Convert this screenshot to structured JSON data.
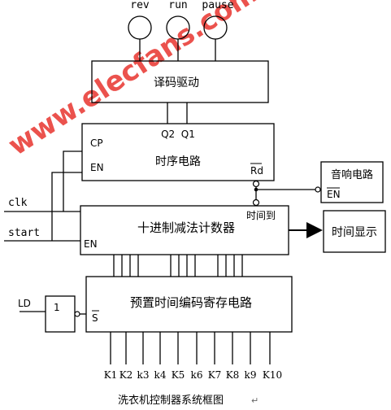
{
  "diagram": {
    "caption": "洗衣机控制器系统框图",
    "caption_mark": "↵",
    "watermark": "www.elecfans.com",
    "indicators": [
      "rev",
      "run",
      "pause"
    ],
    "blocks": {
      "decoder": {
        "label": "译码驱动"
      },
      "timing": {
        "label": "时序电路",
        "outputs": "Q2  Q1",
        "cp": "CP",
        "en": "EN",
        "rd": "Rd"
      },
      "sound": {
        "label": "音响电路",
        "en": "EN"
      },
      "counter": {
        "label": "十进制减法计数器",
        "en": "EN"
      },
      "display": {
        "label": "时间显示"
      },
      "register": {
        "label": "预置时间编码寄存电路",
        "s": "S"
      }
    },
    "signals": {
      "clk": "clk",
      "start": "start",
      "ld": "LD",
      "time_up": "时间到",
      "inverter": "1"
    },
    "keys": [
      "K1",
      "K2",
      "k3",
      "k4",
      "K5",
      "k6",
      "K7",
      "K8",
      "k9",
      "K10"
    ]
  }
}
